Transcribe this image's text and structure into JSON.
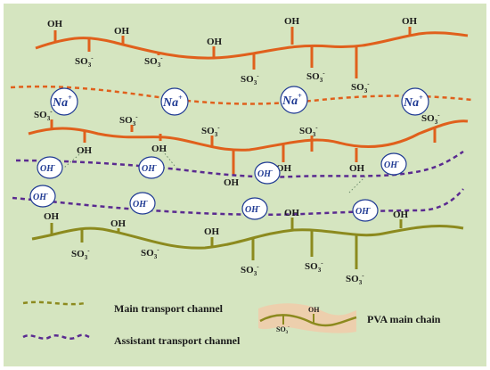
{
  "groups": {
    "oh": "OH",
    "so3": "SO",
    "so3_sub": "3",
    "so3_sup": "-"
  },
  "ions": {
    "sodium": "Na",
    "sodium_sup": "+",
    "hydroxide": "OH",
    "hydroxide_sup": "-"
  },
  "legend": {
    "main_channel": "Main transport channel",
    "assistant_channel": "Assistant transport channel",
    "pva_chain": "PVA main chain",
    "pva_oh": "OH",
    "pva_so3": "SO",
    "pva_so3_sub": "3",
    "pva_so3_sup": "-"
  },
  "colors": {
    "background": "#d5e5c0",
    "orange_chain": "#e0601c",
    "olive_chain": "#8c8a1e",
    "purple_channel": "#5a2a90",
    "ion_text": "#1f3a93",
    "legend_band": "#f2c9a8"
  }
}
